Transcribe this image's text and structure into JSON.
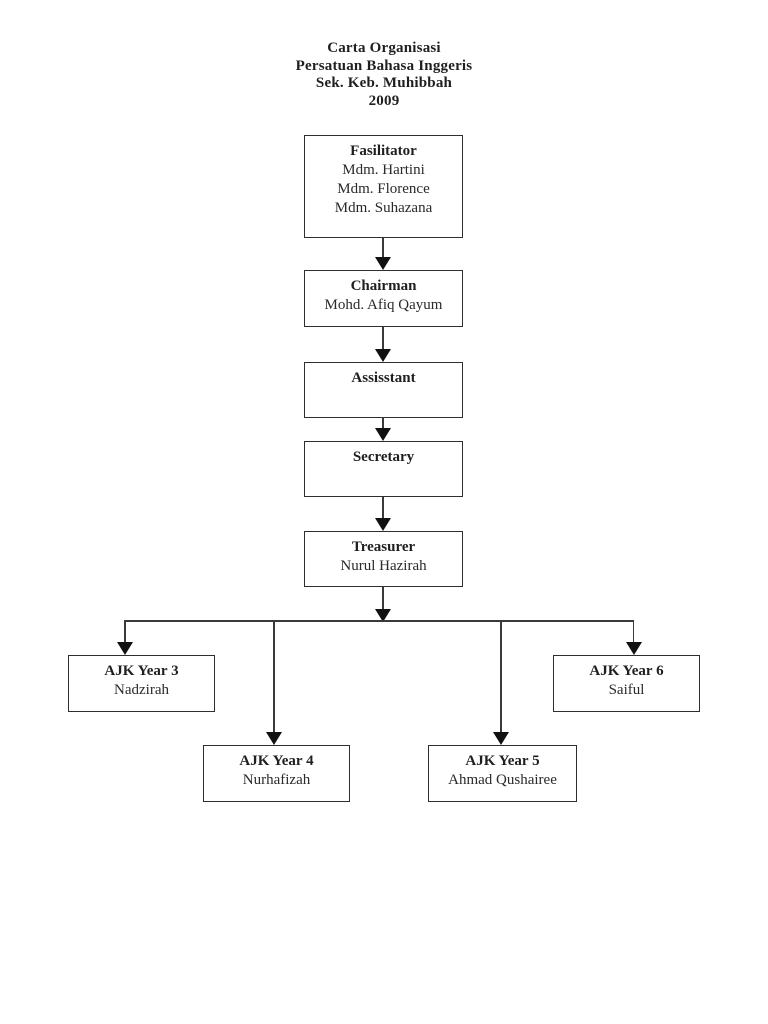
{
  "doc_title": {
    "line1": "Carta Organisasi",
    "line2": "Persatuan Bahasa Inggeris",
    "line3": "Sek. Keb. Muhibbah",
    "line4": "2009"
  },
  "nodes": {
    "fasilitator": {
      "title": "Fasilitator",
      "names": [
        "Mdm. Hartini",
        "Mdm. Florence",
        "Mdm. Suhazana"
      ]
    },
    "chairman": {
      "title": "Chairman",
      "names": [
        "Mohd. Afiq Qayum"
      ]
    },
    "assistant": {
      "title": "Assisstant",
      "names": []
    },
    "secretary": {
      "title": "Secretary",
      "names": []
    },
    "treasurer": {
      "title": "Treasurer",
      "names": [
        "Nurul Hazirah"
      ]
    },
    "ajk_year3": {
      "title": "AJK Year 3",
      "names": [
        "Nadzirah"
      ]
    },
    "ajk_year4": {
      "title": "AJK Year 4",
      "names": [
        "Nurhafizah"
      ]
    },
    "ajk_year5": {
      "title": "AJK Year 5",
      "names": [
        "Ahmad Qushairee"
      ]
    },
    "ajk_year6": {
      "title": "AJK Year 6",
      "names": [
        "Saiful"
      ]
    }
  },
  "structure": {
    "chain_top_to_bottom": [
      "fasilitator",
      "chairman",
      "assistant",
      "secretary",
      "treasurer"
    ],
    "treasurer_children": [
      "ajk_year3",
      "ajk_year4",
      "ajk_year5",
      "ajk_year6"
    ]
  },
  "colors": {
    "background": "#ffffff",
    "ink": "#1f1f1f",
    "line": "#3a3a3a"
  }
}
